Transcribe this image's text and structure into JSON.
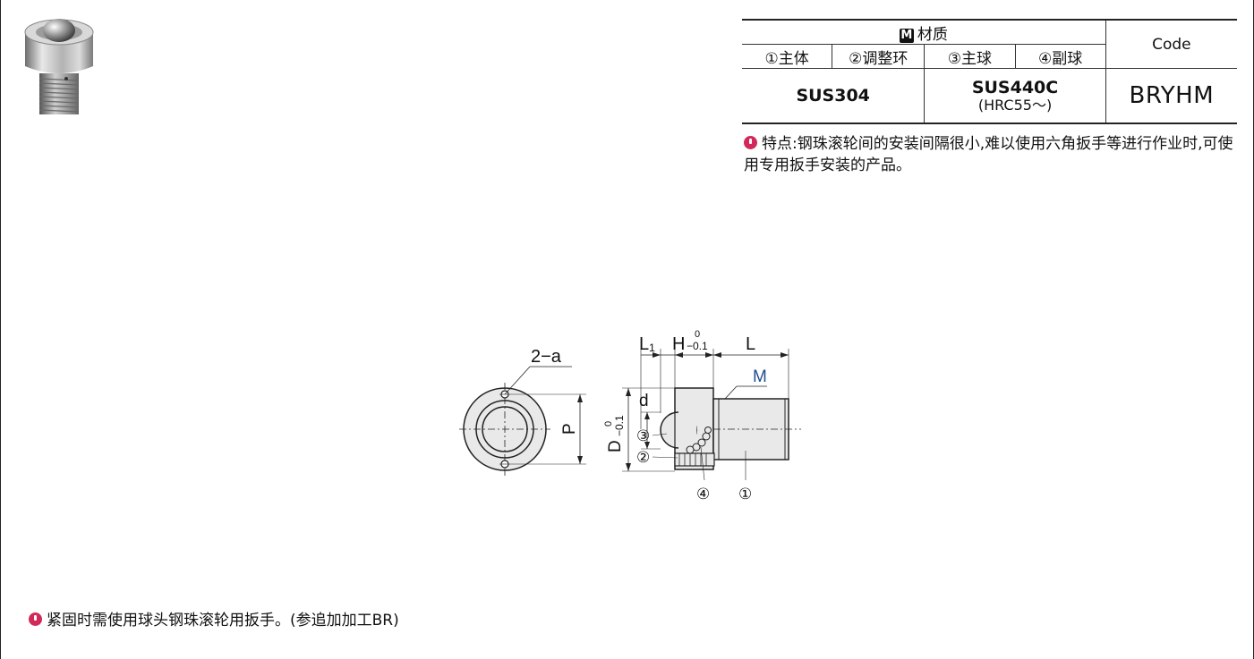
{
  "material_table": {
    "material_header": "材质",
    "m_badge": "M",
    "parts": [
      "①主体",
      "②调整环",
      "③主球",
      "④副球"
    ],
    "code_header": "Code",
    "body_material": "SUS304",
    "ball_material": "SUS440C",
    "ball_hardness": "(HRC55～)",
    "code_value": "BRYHM"
  },
  "notes": {
    "feature": "特点:钢珠滚轮间的安装间隔很小,难以使用六角扳手等进行作业时,可使用专用扳手安装的产品。",
    "tightening": "紧固时需使用球头钢珠滚轮用扳手。(参追加加工BR)"
  },
  "drawing": {
    "label_2a": "2−a",
    "label_P": "P",
    "label_L1": "L₁",
    "label_H": "H",
    "tol_upper": "0",
    "tol_lower": "−0.1",
    "label_L": "L",
    "label_M": "M",
    "label_d": "d",
    "label_D": "D",
    "callout_1": "①",
    "callout_2": "②",
    "callout_3": "③",
    "callout_4": "④"
  },
  "colors": {
    "accent_blue": "#1f4e8c",
    "note_icon": "#d2285a"
  }
}
